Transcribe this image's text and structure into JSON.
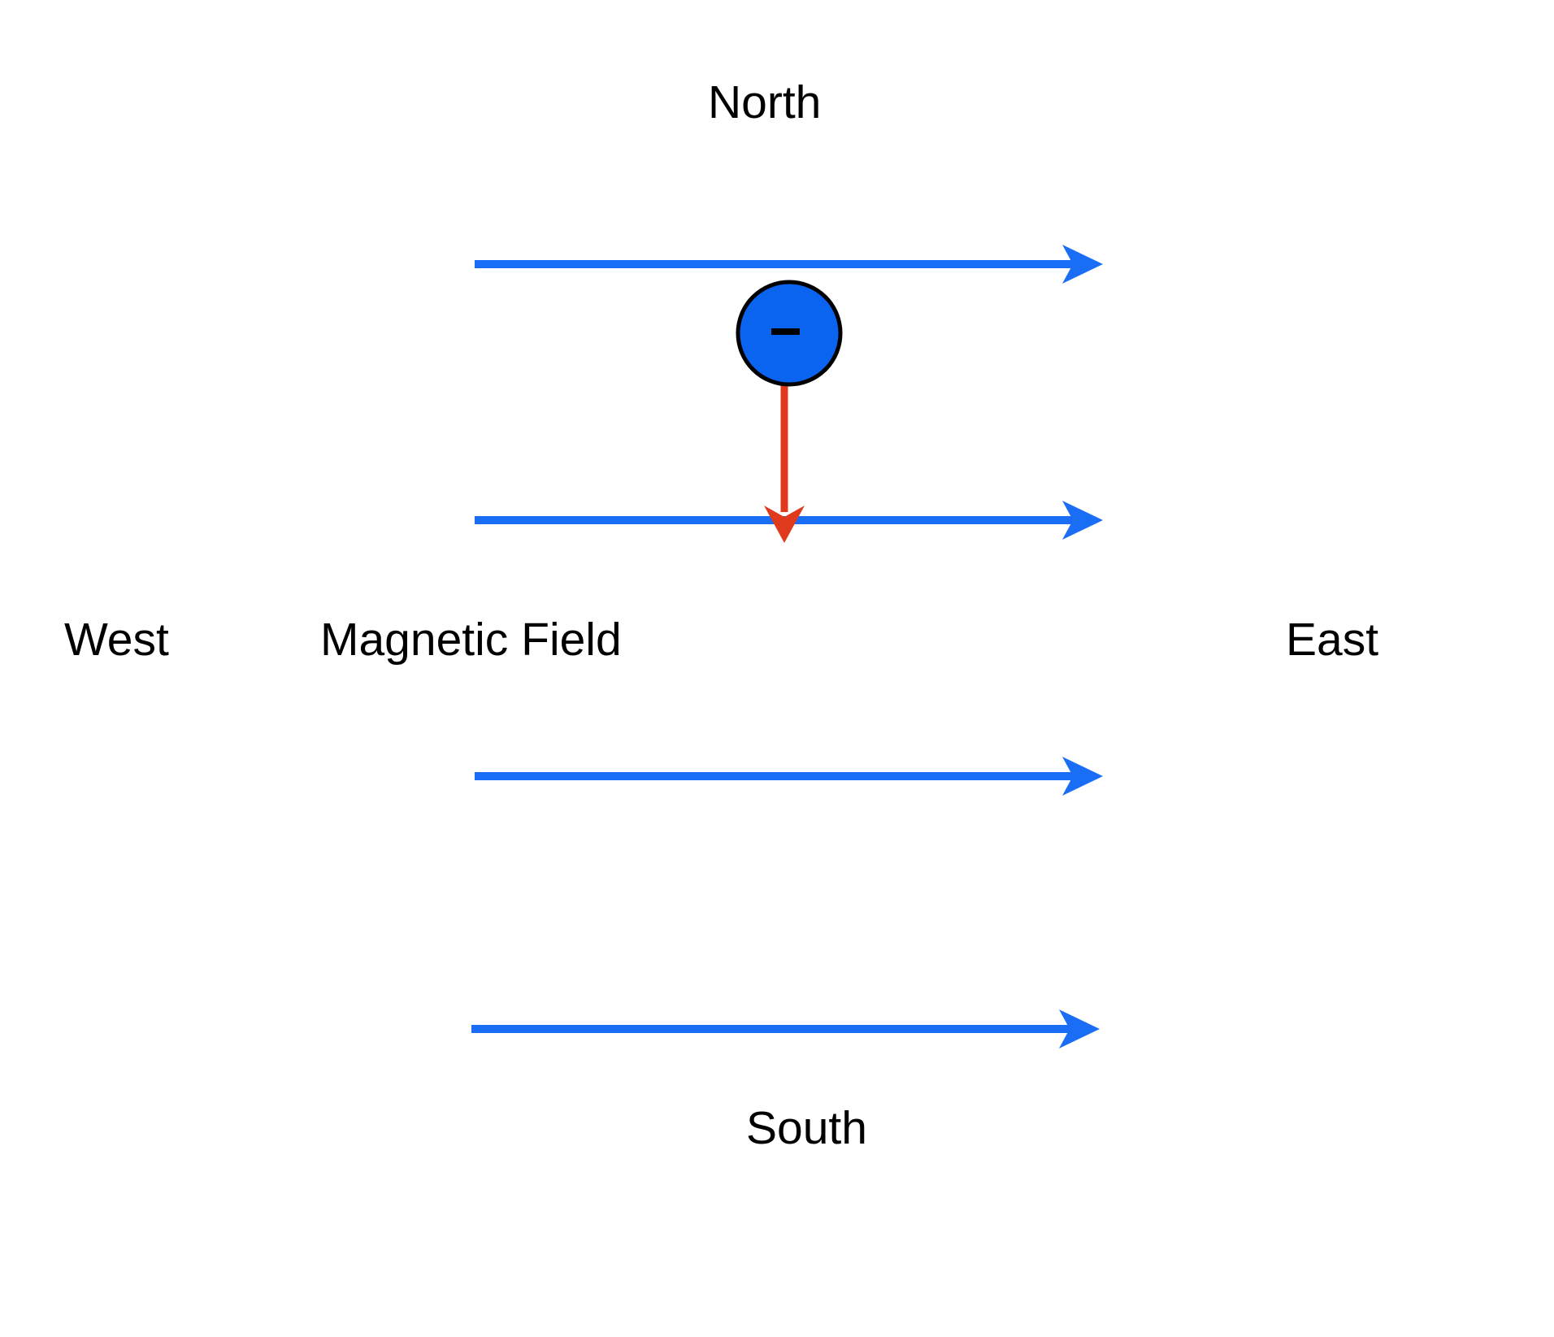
{
  "labels": {
    "north": "North",
    "west": "West",
    "field": "Magnetic Field",
    "east": "East",
    "south": "South"
  },
  "charge": {
    "sign": "−",
    "fill_color": "#0a64f0",
    "outline_color": "#000000"
  },
  "colors": {
    "field_lines": "#1a6ef5",
    "force_arrow": "#e03a1e"
  },
  "icons": {
    "field_line": "right-arrow-icon",
    "force": "down-arrow-icon",
    "charge": "negative-charge-icon"
  }
}
